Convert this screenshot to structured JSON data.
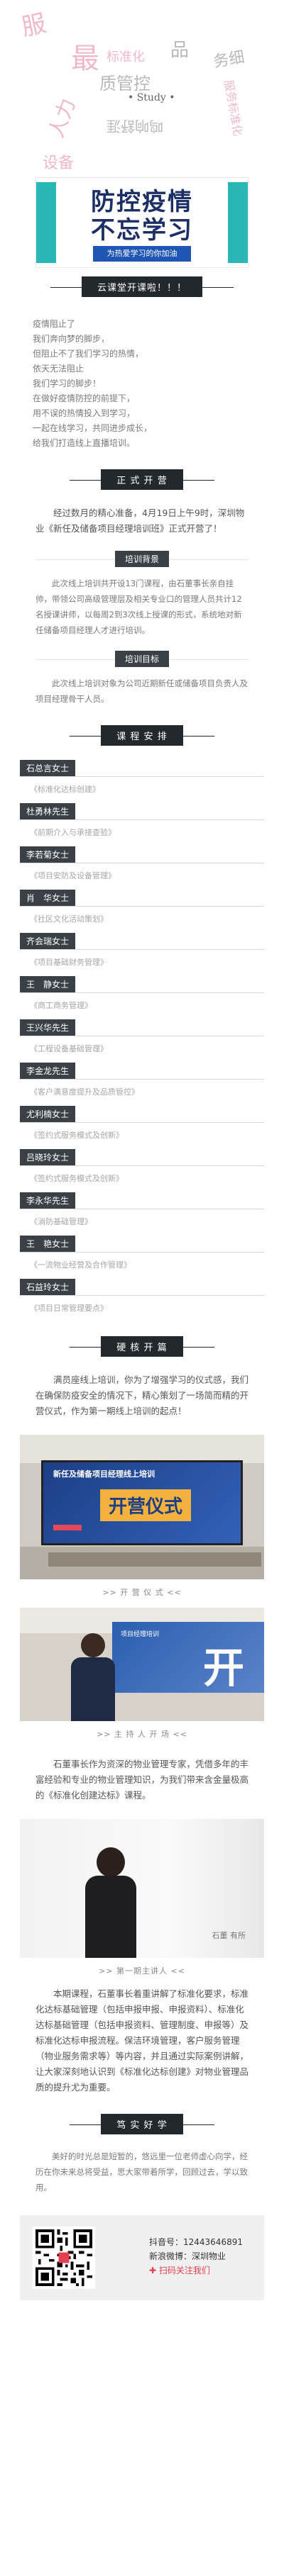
{
  "header": {
    "words": [
      {
        "text": "服",
        "cls": "pink"
      },
      {
        "text": "最",
        "cls": "pink"
      },
      {
        "text": "标准化",
        "cls": "pink"
      },
      {
        "text": "品",
        "cls": "grey"
      },
      {
        "text": "务细",
        "cls": "grey"
      },
      {
        "text": "质管控",
        "cls": "grey"
      },
      {
        "text": "• Study •",
        "cls": "grey"
      },
      {
        "text": "人力",
        "cls": "pink"
      },
      {
        "text": "设备",
        "cls": "pink"
      },
      {
        "text": "鸣响舒涯",
        "cls": "grey"
      },
      {
        "text": "服务标准化",
        "cls": "pink"
      }
    ]
  },
  "banner": {
    "line1": "防控疫情",
    "line2": "不忘学习",
    "sub": "为热爱学习的你加油"
  },
  "cloud_class": {
    "label": "云课堂开课啦！！！"
  },
  "intro_lines": [
    "疫情阻止了",
    "我们奔向梦的脚步，",
    "但阻止不了我们学习的热情，",
    "依天无法阻止",
    "我们学习的脚步！",
    "在做好疫情防控的前提下，",
    "用不误的热情投入到学习，",
    "一起在线学习，共同进步成长，",
    "给我们打造线上直播培训。"
  ],
  "open": {
    "label": "正 式 开 营",
    "text": "经过数月的精心准备，4月19日上午9时，深圳物业《新任及储备项目经理培训班》正式开营了！"
  },
  "background": {
    "label": "培训背景",
    "text": "此次线上培训共开设13门课程，由石董事长亲自挂帅，带领公司高级管理层及相关专业口的管理人员共计12名授课讲师，以每周2到3次线上授课的形式，系统地对新任储备项目经理人才进行培训。"
  },
  "purpose": {
    "label": "培训目标",
    "text": "此次线上培训对象为公司近期新任或储备项目负责人及项目经理骨干人员。"
  },
  "schedule": {
    "label": "课 程 安 排",
    "items": [
      {
        "name": "石总言女士",
        "course": "《标准化达标创建》"
      },
      {
        "name": "杜勇林先生",
        "course": "《前期介入与承接查验》"
      },
      {
        "name": "李若菊女士",
        "course": "《项目安防及设备管理》"
      },
      {
        "name": "肖　华女士",
        "course": "《社区文化活动策划》"
      },
      {
        "name": "齐会瑞女士",
        "course": "《项目基础财务管理》"
      },
      {
        "name": "王　静女士",
        "course": "《商工商务管理》"
      },
      {
        "name": "王兴华先生",
        "course": "《工程设备基础管理》"
      },
      {
        "name": "李金龙先生",
        "course": "《客户满意度提升及品质管控》"
      },
      {
        "name": "尤利楠女士",
        "course": "《签约式服务模式及创新》"
      },
      {
        "name": "吕晓玲女士",
        "course": "《签约式服务模式及创新》"
      },
      {
        "name": "李永华先生",
        "course": "《消防基础管理》"
      },
      {
        "name": "王　艳女士",
        "course": "《一流物业经营及合作管理》"
      },
      {
        "name": "石益玲女士",
        "course": "《项目日常管理要点》"
      }
    ]
  },
  "opening": {
    "label": "硬 核 开 篇",
    "text": "满员座线上培训，你为了增强学习的仪式感，我们在确保防疫安全的情况下，精心策划了一场简而精的开营仪式，作为第一期线上培训的起点！",
    "photo1_screen": "新任及储备项目经理线上培训",
    "photo1_title": "开营仪式",
    "photo1_caption": ">> 开 营 仪 式 <<",
    "photo2_screen": "项目经理培训",
    "photo2_big": "开",
    "photo2_caption": ">> 主 持 人 开 场 <<"
  },
  "first_lecture": {
    "text": "石董事长作为资深的物业管理专家，凭借多年的丰富经验和专业的物业管理知识，为我们带来含金量极高的《标准化创建达标》课程。",
    "photo_label": "石董   有所",
    "caption": ">> 第一期主讲人 <<",
    "text2": "本期课程，石董事长着重讲解了标准化要求，标准化达标基础管理（包括申报申报、申报资料）、标准化达标基础管理（包括申报资料、管理制度、申报等）及标准化达标申报流程。保洁环境管理，客户服务管理（物业服务需求等）等内容，并且通过实际案例讲解，让大家深刻地认识到《标准化达标创建》对物业管理品质的提升尤为重要。"
  },
  "study": {
    "label": "笃 实 好 学",
    "text": "美好的时光总是短暂的，悠远里一位老师虚心向学，经历在你未来总将受益，思大家带着所学，回顾过去，学以致用。"
  },
  "footer": {
    "line1": "抖音号：12443646891",
    "line2": "新浪微博：深圳物业",
    "line3": "✚ 扫码关注我们"
  }
}
